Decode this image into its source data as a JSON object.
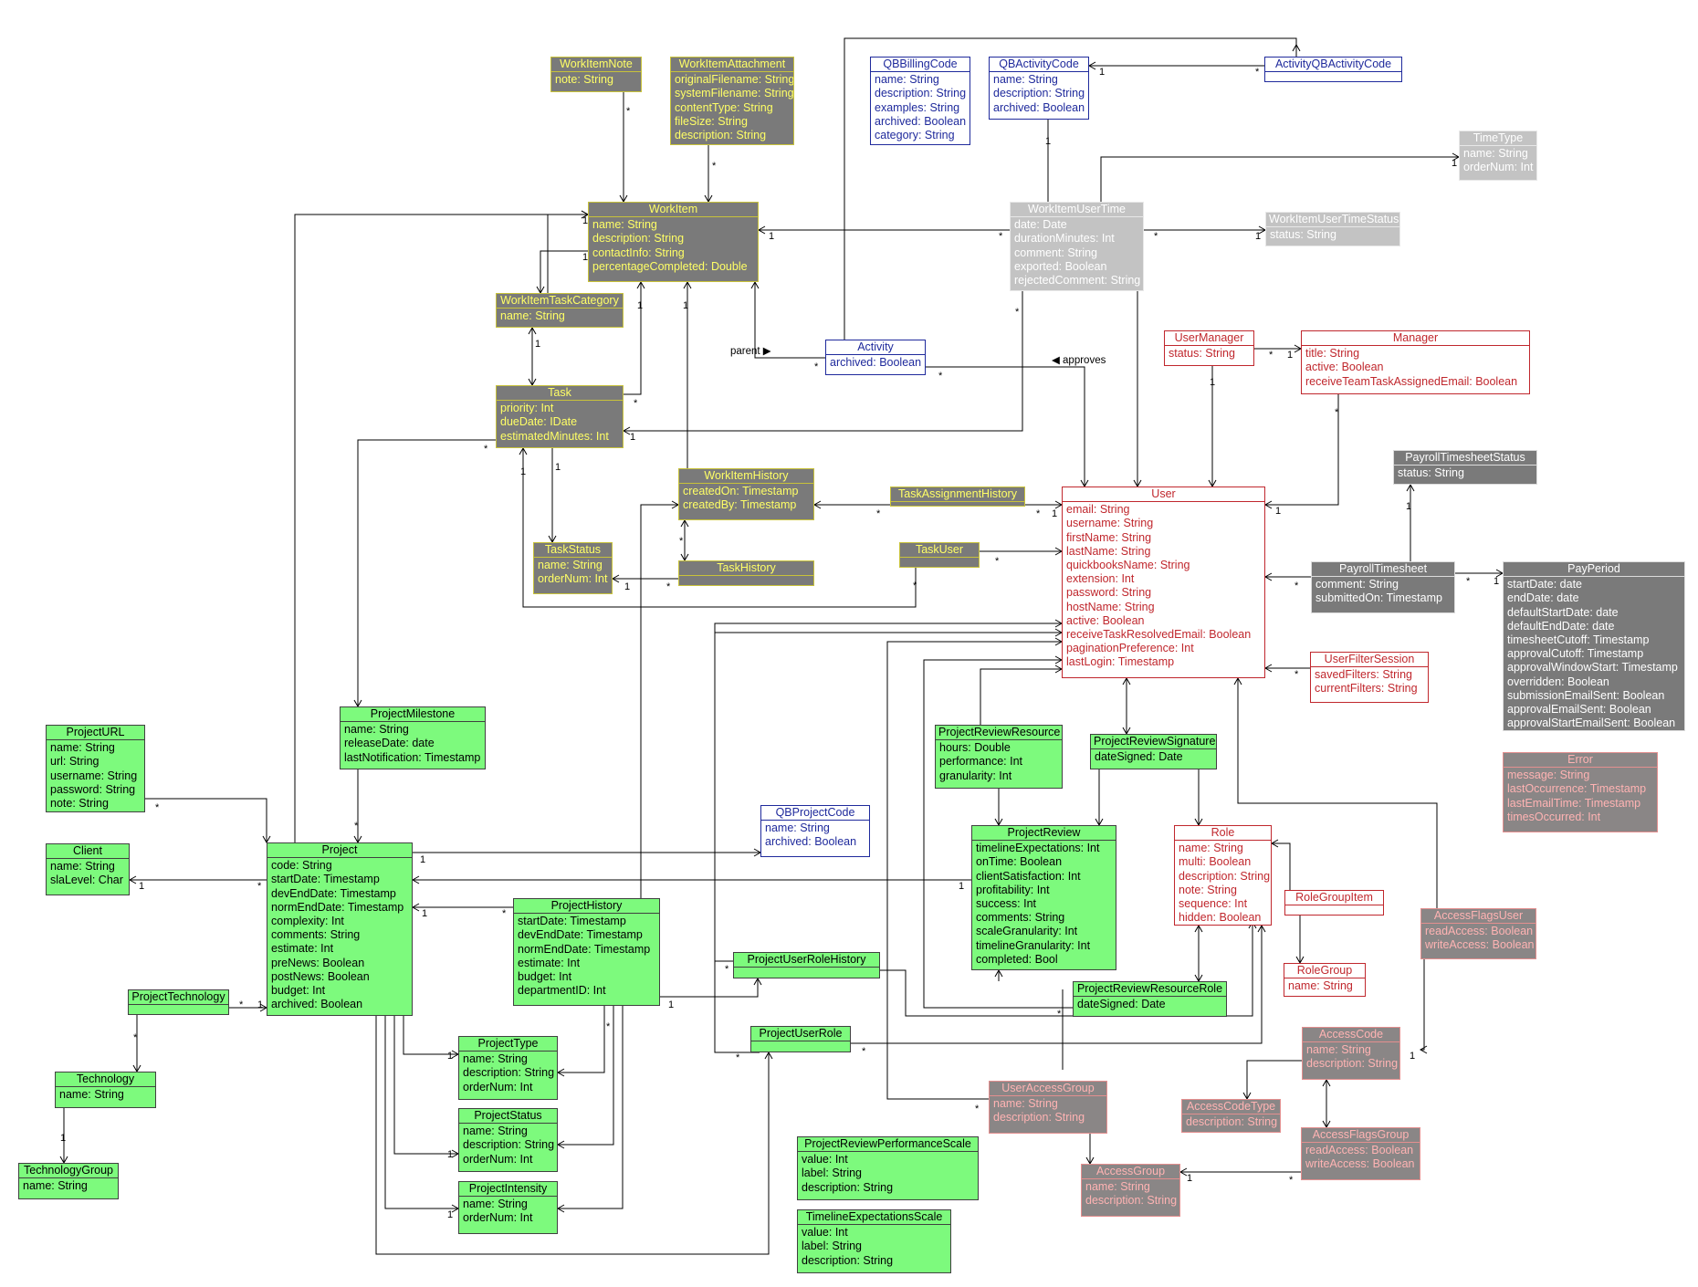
{
  "classes": [
    {
      "id": "WorkItemNote",
      "title": "WorkItemNote",
      "attrs": [
        "note: String"
      ]
    },
    {
      "id": "WorkItemAttachment",
      "title": "WorkItemAttachment",
      "attrs": [
        "originalFilename: String",
        "systemFilename: String",
        "contentType: String",
        "fileSize: String",
        "description: String"
      ]
    },
    {
      "id": "QBBillingCode",
      "title": "QBBillingCode",
      "attrs": [
        "name: String",
        "description: String",
        "examples: String",
        "archived: Boolean",
        "category: String"
      ]
    },
    {
      "id": "QBActivityCode",
      "title": "QBActivityCode",
      "attrs": [
        "name: String",
        "description: String",
        "archived: Boolean"
      ]
    },
    {
      "id": "ActivityQBActivityCode",
      "title": "ActivityQBActivityCode",
      "attrs": []
    },
    {
      "id": "TimeType",
      "title": "TimeType",
      "attrs": [
        "name: String",
        "orderNum: Int"
      ]
    },
    {
      "id": "WorkItem",
      "title": "WorkItem",
      "attrs": [
        "name: String",
        "description: String",
        "contactInfo: String",
        "percentageCompleted: Double"
      ]
    },
    {
      "id": "WorkItemUserTime",
      "title": "WorkItemUserTime",
      "attrs": [
        "date: Date",
        "durationMinutes: Int",
        "comment: String",
        "exported: Boolean",
        "rejectedComment: String"
      ]
    },
    {
      "id": "WorkItemUserTimeStatus",
      "title": "WorkItemUserTimeStatus",
      "attrs": [
        "status: String"
      ]
    },
    {
      "id": "WorkItemTaskCategory",
      "title": "WorkItemTaskCategory",
      "attrs": [
        "name: String"
      ]
    },
    {
      "id": "Activity",
      "title": "Activity",
      "attrs": [
        "archived: Boolean"
      ]
    },
    {
      "id": "UserManager",
      "title": "UserManager",
      "attrs": [
        "status: String"
      ]
    },
    {
      "id": "Manager",
      "title": "Manager",
      "attrs": [
        "title: String",
        "active: Boolean",
        "receiveTeamTaskAssignedEmail: Boolean"
      ]
    },
    {
      "id": "Task",
      "title": "Task",
      "attrs": [
        "priority: Int",
        "dueDate: IDate",
        "estimatedMinutes: Int"
      ]
    },
    {
      "id": "PayrollTimesheetStatus",
      "title": "PayrollTimesheetStatus",
      "attrs": [
        "status: String"
      ]
    },
    {
      "id": "WorkItemHistory",
      "title": "WorkItemHistory",
      "attrs": [
        "createdOn: Timestamp",
        "createdBy: Timestamp"
      ]
    },
    {
      "id": "TaskAssignmentHistory",
      "title": "TaskAssignmentHistory",
      "attrs": []
    },
    {
      "id": "User",
      "title": "User",
      "attrs": [
        "email: String",
        "username: String",
        "firstName: String",
        "lastName: String",
        "quickbooksName: String",
        "extension: Int",
        "password: String",
        "hostName: String",
        "active: Boolean",
        "receiveTaskResolvedEmail: Boolean",
        "paginationPreference: Int",
        "lastLogin: Timestamp"
      ]
    },
    {
      "id": "TaskStatus",
      "title": "TaskStatus",
      "attrs": [
        "name: String",
        "orderNum: Int"
      ]
    },
    {
      "id": "TaskHistory",
      "title": "TaskHistory",
      "attrs": []
    },
    {
      "id": "TaskUser",
      "title": "TaskUser",
      "attrs": []
    },
    {
      "id": "PayrollTimesheet",
      "title": "PayrollTimesheet",
      "attrs": [
        "comment: String",
        "submittedOn: Timestamp"
      ]
    },
    {
      "id": "PayPeriod",
      "title": "PayPeriod",
      "attrs": [
        "startDate: date",
        "endDate: date",
        "defaultStartDate: date",
        "defaultEndDate: date",
        "timesheetCutoff: Timestamp",
        "approvalCutoff: Timestamp",
        "approvalWindowStart: Timestamp",
        "overridden: Boolean",
        "submissionEmailSent: Boolean",
        "approvalEmailSent: Boolean",
        "approvalStartEmailSent: Boolean"
      ]
    },
    {
      "id": "UserFilterSession",
      "title": "UserFilterSession",
      "attrs": [
        "savedFilters: String",
        "currentFilters: String"
      ]
    },
    {
      "id": "ProjectURL",
      "title": "ProjectURL",
      "attrs": [
        "name: String",
        "url: String",
        "username: String",
        "password: String",
        "note: String"
      ]
    },
    {
      "id": "ProjectMilestone",
      "title": "ProjectMilestone",
      "attrs": [
        "name: String",
        "releaseDate: date",
        "lastNotification: Timestamp"
      ]
    },
    {
      "id": "ProjectReviewResource",
      "title": "ProjectReviewResource",
      "attrs": [
        "hours: Double",
        "performance: Int",
        "granularity: Int"
      ]
    },
    {
      "id": "ProjectReviewSignature",
      "title": "ProjectReviewSignature",
      "attrs": [
        "dateSigned: Date"
      ]
    },
    {
      "id": "Error",
      "title": "Error",
      "attrs": [
        "message: String",
        "lastOccurrence: Timestamp",
        "lastEmailTime: Timestamp",
        "timesOccurred: Int"
      ]
    },
    {
      "id": "QBProjectCode",
      "title": "QBProjectCode",
      "attrs": [
        "name: String",
        "archived: Boolean"
      ]
    },
    {
      "id": "Client",
      "title": "Client",
      "attrs": [
        "name: String",
        "slaLevel: Char"
      ]
    },
    {
      "id": "Project",
      "title": "Project",
      "attrs": [
        "code: String",
        "startDate: Timestamp",
        "devEndDate: Timestamp",
        "normEndDate: Timestamp",
        "complexity: Int",
        "comments: String",
        "estimate: Int",
        "preNews: Boolean",
        "postNews: Boolean",
        "budget: Int",
        "archived: Boolean"
      ]
    },
    {
      "id": "ProjectReview",
      "title": "ProjectReview",
      "attrs": [
        "timelineExpectations: Int",
        "onTime: Boolean",
        "clientSatisfaction: Int",
        "profitability: Int",
        "success: Int",
        "comments: String",
        "scaleGranularity: Int",
        "timelineGranularity: Int",
        "completed: Bool"
      ]
    },
    {
      "id": "Role",
      "title": "Role",
      "attrs": [
        "name: String",
        "multi: Boolean",
        "description: String",
        "note: String",
        "sequence: Int",
        "hidden: Boolean"
      ]
    },
    {
      "id": "ProjectHistory",
      "title": "ProjectHistory",
      "attrs": [
        "startDate: Timestamp",
        "devEndDate: Timestamp",
        "normEndDate: Timestamp",
        "estimate: Int",
        "budget: Int",
        "departmentID: Int"
      ]
    },
    {
      "id": "RoleGroupItem",
      "title": "RoleGroupItem",
      "attrs": []
    },
    {
      "id": "AccessFlagsUser",
      "title": "AccessFlagsUser",
      "attrs": [
        "readAccess: Boolean",
        "writeAccess: Boolean"
      ]
    },
    {
      "id": "ProjectUserRoleHistory",
      "title": "ProjectUserRoleHistory",
      "attrs": []
    },
    {
      "id": "RoleGroup",
      "title": "RoleGroup",
      "attrs": [
        "name: String"
      ]
    },
    {
      "id": "ProjectTechnology",
      "title": "ProjectTechnology",
      "attrs": []
    },
    {
      "id": "ProjectReviewResourceRole",
      "title": "ProjectReviewResourceRole",
      "attrs": [
        "dateSigned: Date"
      ]
    },
    {
      "id": "ProjectUserRole",
      "title": "ProjectUserRole",
      "attrs": []
    },
    {
      "id": "AccessCode",
      "title": "AccessCode",
      "attrs": [
        "name: String",
        "description: String"
      ]
    },
    {
      "id": "ProjectType",
      "title": "ProjectType",
      "attrs": [
        "name: String",
        "description: String",
        "orderNum: Int"
      ]
    },
    {
      "id": "Technology",
      "title": "Technology",
      "attrs": [
        "name: String"
      ]
    },
    {
      "id": "UserAccessGroup",
      "title": "UserAccessGroup",
      "attrs": [
        "name: String",
        "description: String"
      ]
    },
    {
      "id": "AccessCodeType",
      "title": "AccessCodeType",
      "attrs": [
        "description: String"
      ]
    },
    {
      "id": "ProjectStatus",
      "title": "ProjectStatus",
      "attrs": [
        "name: String",
        "description: String",
        "orderNum: Int"
      ]
    },
    {
      "id": "AccessFlagsGroup",
      "title": "AccessFlagsGroup",
      "attrs": [
        "readAccess: Boolean",
        "writeAccess: Boolean"
      ]
    },
    {
      "id": "ProjectReviewPerformanceScale",
      "title": "ProjectReviewPerformanceScale",
      "attrs": [
        "value: Int",
        "label: String",
        "description: String"
      ]
    },
    {
      "id": "AccessGroup",
      "title": "AccessGroup",
      "attrs": [
        "name: String",
        "description: String"
      ]
    },
    {
      "id": "TechnologyGroup",
      "title": "TechnologyGroup",
      "attrs": [
        "name: String"
      ]
    },
    {
      "id": "ProjectIntensity",
      "title": "ProjectIntensity",
      "attrs": [
        "name: String",
        "orderNum: Int"
      ]
    },
    {
      "id": "TimelineExpectationsScale",
      "title": "TimelineExpectationsScale",
      "attrs": [
        "value: Int",
        "label: String",
        "description: String"
      ]
    }
  ],
  "labels": {
    "parent": "parent ▶",
    "approves": "◀ approves"
  },
  "multiplicity": {
    "one": "1",
    "many": "*"
  },
  "colors": {
    "line": "#000000",
    "arrowhead": "#000000"
  }
}
